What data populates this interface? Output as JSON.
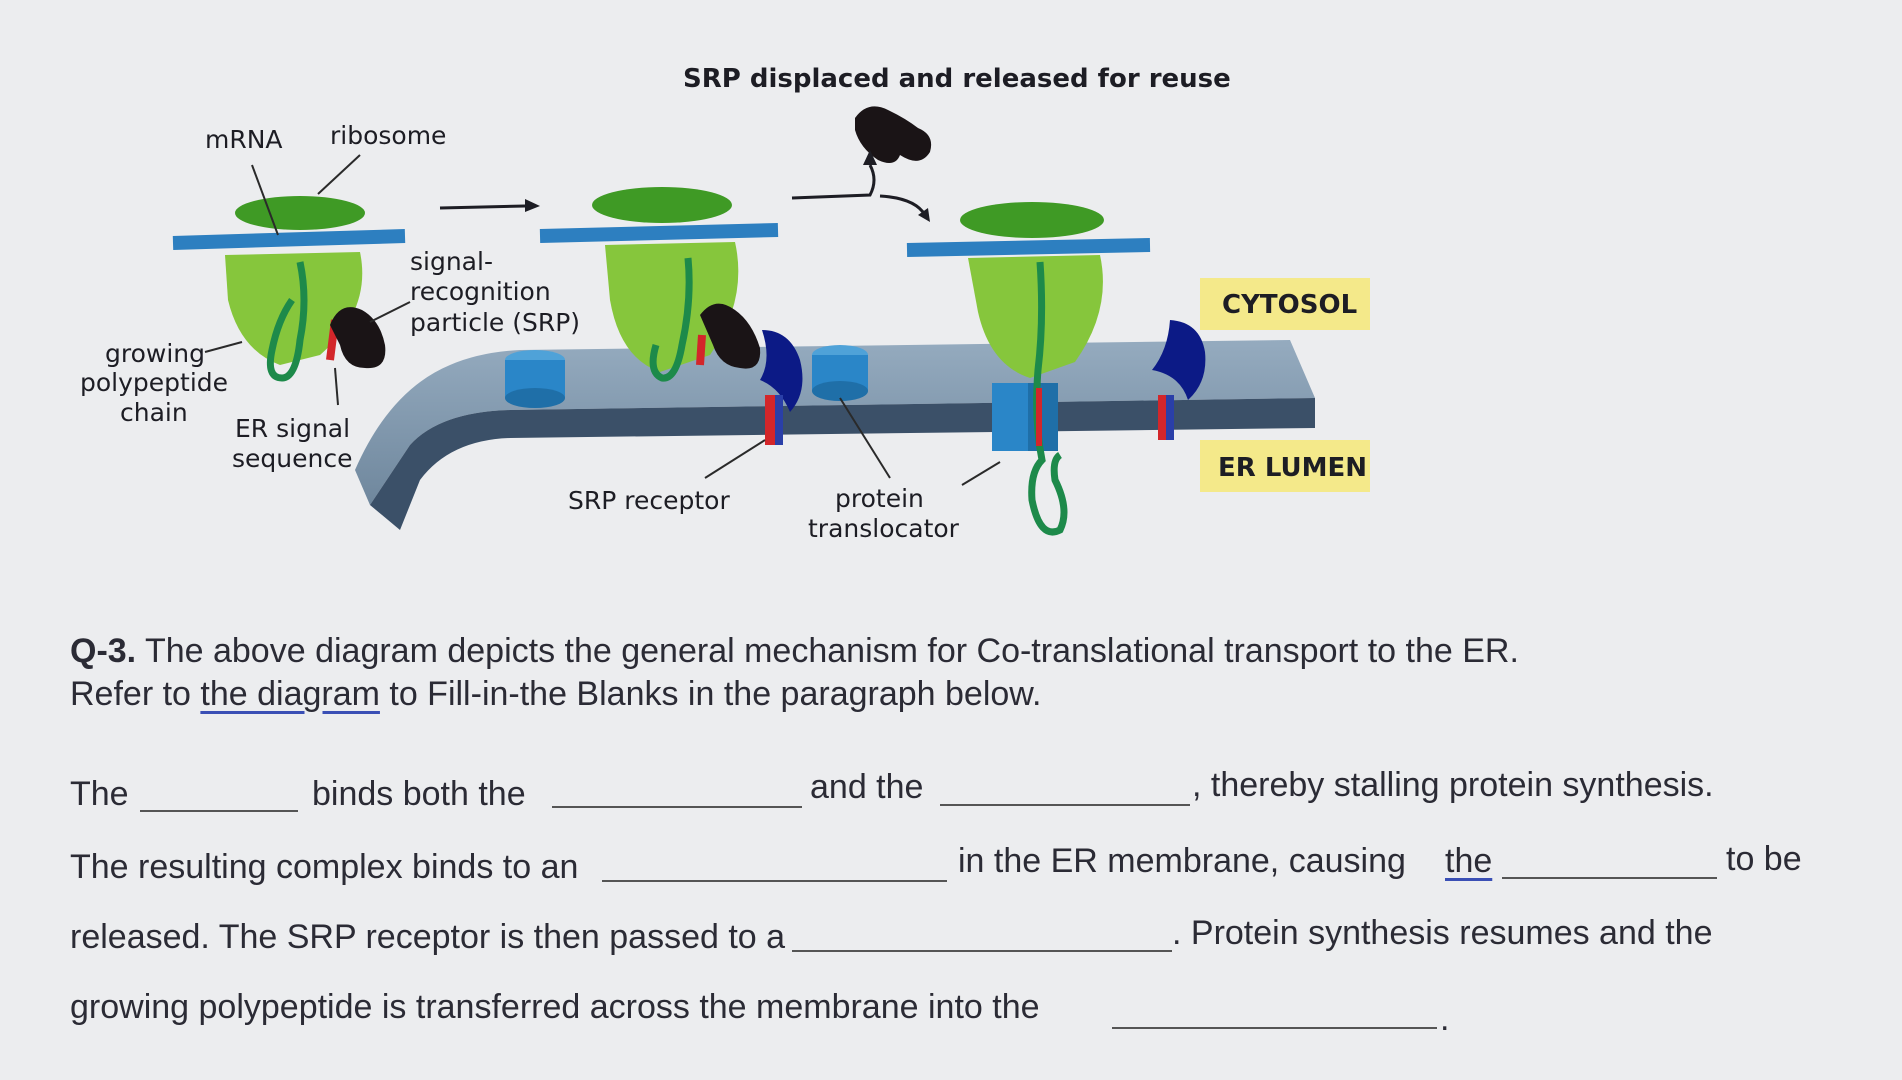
{
  "diagram": {
    "labels": {
      "title": "SRP displaced and released for reuse",
      "mrna": "mRNA",
      "ribosome": "ribosome",
      "srp_line1": "signal-",
      "srp_line2": "recognition",
      "srp_line3": "particle (SRP)",
      "growing_line1": "growing",
      "growing_line2": "polypeptide",
      "growing_line3": "chain",
      "er_signal_line1": "ER signal",
      "er_signal_line2": "sequence",
      "srp_receptor": "SRP receptor",
      "translocator_line1": "protein",
      "translocator_line2": "translocator",
      "cytosol": "CYTOSOL",
      "er_lumen": "ER LUMEN"
    },
    "colors": {
      "ribosome_dark": "#3f9a25",
      "ribosome_light": "#86c63c",
      "mrna": "#2d7fc0",
      "srp": "#1a1416",
      "receptor": "#0c1a86",
      "translocator": "#2a86c8",
      "polypeptide": "#1d8a4a",
      "signal_seq": "#d3262a",
      "membrane_top": "#7f96ab",
      "membrane_bottom": "#3b5068",
      "label_box": "#f4e98a"
    }
  },
  "question": {
    "number": "Q-3.",
    "line1": " The above diagram depicts the general mechanism for Co-translational transport to the ER.",
    "line2_pre": "Refer to ",
    "line2_link": "the  diagram",
    "line2_post": " to Fill-in-the Blanks in the paragraph below."
  },
  "paragraph": {
    "s1_a": "The",
    "s1_b": "binds both the",
    "s1_c": "and the",
    "s1_d": ", thereby stalling protein synthesis.",
    "s2_a": "The resulting complex binds to an",
    "s2_b": "in the ER membrane, causing",
    "s2_the": "the",
    "s2_c": "to be",
    "s3_a": "released. The SRP receptor is then passed to a",
    "s3_b": ". Protein synthesis resumes and the",
    "s4_a": "growing polypeptide is transferred across the membrane into the",
    "s4_b": "."
  }
}
